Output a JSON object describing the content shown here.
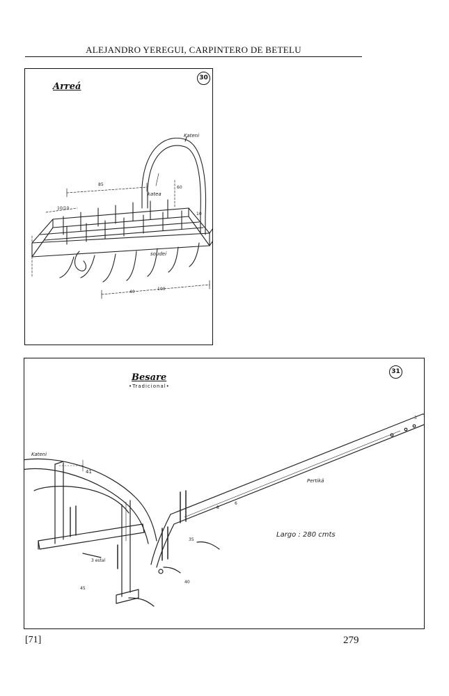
{
  "header": {
    "running_title": "ALEJANDRO YEREGUI, CARPINTERO DE BETELU"
  },
  "plate_30": {
    "title": "Arreá",
    "number": "30",
    "labels": {
      "kateni": "Kateni",
      "katea": "katea",
      "soudei": "soudeí"
    }
  },
  "plate_31": {
    "title": "Besare",
    "subtitle": "•Tradicional•",
    "number": "31",
    "labels": {
      "kateni": "Kateni",
      "pertika": "Pertikä",
      "largo": "Largo : 280 cmts"
    }
  },
  "footer": {
    "folio_left": "[71]",
    "page_number": "279"
  }
}
